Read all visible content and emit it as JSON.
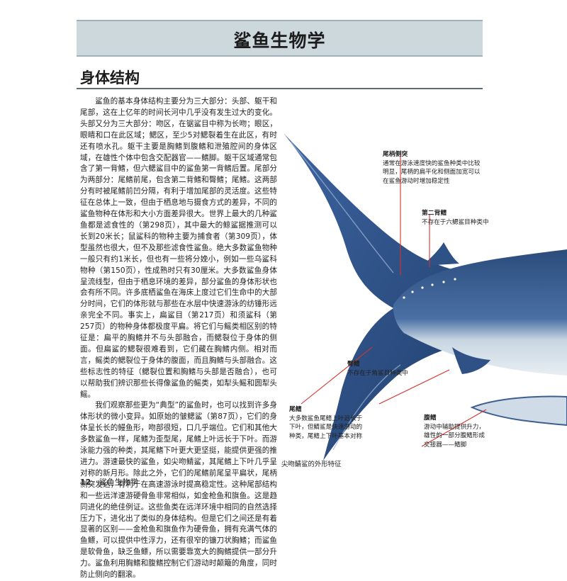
{
  "banner": {
    "title": "鲨鱼生物学"
  },
  "section": {
    "title": "身体结构"
  },
  "body": {
    "p1": "鲨鱼的基本身体结构主要分为三大部分：头部、躯干和尾部，这在上亿年的时间长河中几乎没有发生过大的变化。头部又分为三大部分：吻区，在锯鲨目中称为长吻；眼区，眼睛和口在此区域；鳃区，至少5对鳃裂着生在此区，有时还有喷水孔。躯干主要是胸鳍到腹鳍和泄殖腔间的身体区域，在雄性个体中包含交配器官——鳍脚。躯干区域通常包含了第一背鳍，但六鳃鲨目中的鲨鱼第一背鳍后置。尾部分为两部分：尾鳍前尾，包含第二背鳍和臀鳍；尾鳍。这两部分有时被尾鳍前凹分隔，有利于增加尾部的灵活度。这些特征在总体上一致，但由于栖息地与摄食方式的差异，不同的鲨鱼物种在体形和大小方面差异很大。世界上最大的几种鲨鱼都是滤食性的（第298页），其中最大的鲸鲨据推测可以长到20米长；鼠鲨科的物种主要为捕食者（第309页），体型虽然也很大，但不及那些滤食性鲨鱼。绝大多数鲨鱼物种一般只有约1米长，但也有一些将分娩小，例如一些乌鲨科物种（第150页），性成熟时只有30厘米。大多数鲨鱼身体呈流线型，但由于栖息环境的差异，部分鲨鱼的身体形状也会有所不同。许多底栖鲨鱼在海床上度过它们生命中的大部分时间，它们的体形就与那些在水层中快速游泳的纺锤形远亲完全不同。事实上，扁鲨目（第217页）和须鲨科（第257页）的物种身体都极度平扁。将它们与鳐类相区别的特征是：扁平的胸鳍并不与头部融合，而鳃裂位于身体的侧面。但扁鲨的鳃裂很难看到，它们藏在胸鳍内侧。相对而言，鳐类的鳃裂位于身体的腹面，而且胸鳍与头部融合。这些标志性的特征（鳃裂位置和胸鳍与头部是否融合），也可以帮助我们辨识那些长得像鲨鱼的鳐类，如犁头鳐和圆犁头鳐。",
    "p2": "我们观察那些更为“典型”的鲨鱼时，也可以找到许多身体形状的微小变异。如原始的皱鳃鲨（第87页），它们的身体呈长长的鳗鱼形，吻部很短，口几乎端位。它们和其他大多数鲨鱼一样，尾鳍为歪型尾，尾鳍上叶远长于下叶。而游泳能力强的种类，其尾鳍下叶更大更坚挺，能提供更强的推进力。游速最快的鲨鱼，如尖吻鲭鲨，其尾鳍上下叶几乎呈对称的新月形。除此之外，它们的尾鳍前尾呈平扁状，尾柄侧突发达，有利于在高速游泳时提高稳定性。这种尾部结构和一些远洋速游硬骨鱼非常相似，如金枪鱼和旗鱼。这是趋同进化的绝佳例证。这些鱼类在远洋环境中相同的自然选择压力下，进化出了类似的身体结构。但是它们之间还是有着显著的区别——金枪鱼和旗鱼作为硬骨鱼，拥有充满气体的鱼鳔，可以提供中性浮力，还有很窄的镰刀状胸鳍；而鲨鱼是软骨鱼，缺乏鱼鳔，所以需要靠宽大的胸鳍提供一部分升力。鲨鱼利用胸鳍和腹鳍控制它们游动时颠簸的角度，同时防止侧向的翻滚。"
  },
  "callouts": {
    "caudal_keel": {
      "title": "尾柄侧突",
      "text": "通常在游泳速度快的鲨鱼种类中比较明显，尾柄的扁平化和侧面加宽可以在鲨鱼游动时增加稳定性"
    },
    "second_dorsal": {
      "title": "第二背鳍",
      "text": "不存在于六鳃鲨目种类中"
    },
    "anal_fin": {
      "title": "臀鳍",
      "text": "不存在于角鲨目种类中"
    },
    "caudal_fin": {
      "title": "尾鳍",
      "text": "大多数鲨鱼尾鳍上叶远长于下叶，但鲭鲨是快速游动的种类，尾鳍上下叶基本对称"
    },
    "pelvic_fin": {
      "title": "腹鳍",
      "text": "游动中辅助提供升力，雄性的一部分腹鳍形成交接器——鳍脚"
    }
  },
  "caption": "尖吻鲭鲨的外形特征",
  "footer": {
    "page_number": "12",
    "section": "鲨鱼生物学"
  },
  "colors": {
    "banner_bg": "#cdd8dc",
    "shark_dark": "#2a4a78",
    "shark_light": "#dfe8ee",
    "leader": "#d6332b"
  }
}
